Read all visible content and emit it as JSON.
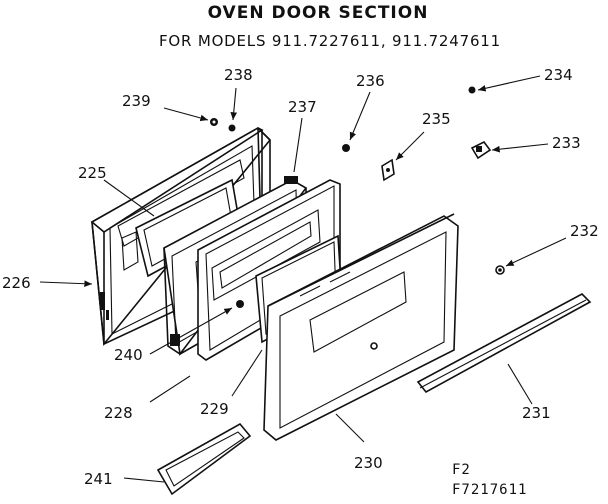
{
  "title": "OVEN DOOR SECTION",
  "subtitle": "FOR MODELS 911.7227611, 911.7247611",
  "parts": {
    "225": "225",
    "226": "226",
    "228": "228",
    "229": "229",
    "230": "230",
    "231": "231",
    "232": "232",
    "233": "233",
    "234": "234",
    "235": "235",
    "236": "236",
    "237": "237",
    "238": "238",
    "239": "239",
    "240": "240",
    "241": "241"
  },
  "figure_label": "F2",
  "figure_code": "F7217611"
}
